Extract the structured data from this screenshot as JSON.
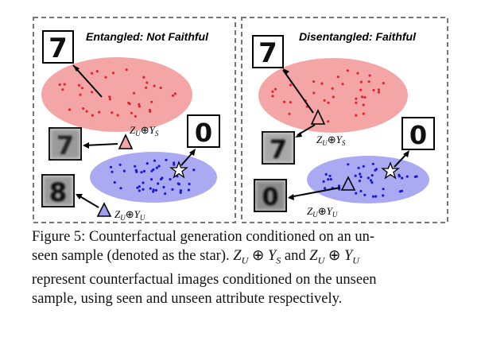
{
  "figure": {
    "left_panel": {
      "title": "Entangled: Not Faithful",
      "label_seen": "Z",
      "label_seen_sub": "U",
      "label_seen_op": "⊕",
      "label_seen_y": "Y",
      "label_seen_ysub": "S",
      "label_unseen": "Z",
      "label_unseen_sub": "U",
      "label_unseen_op": "⊕",
      "label_unseen_y": "Y",
      "label_unseen_ysub": "U",
      "digit_top": "7",
      "digit_mid": "7",
      "digit_bottom": "8",
      "digit_star": "0"
    },
    "right_panel": {
      "title": "Disentangled: Faithful",
      "label_seen": "Z",
      "label_seen_sub": "U",
      "label_seen_op": "⊕",
      "label_seen_y": "Y",
      "label_seen_ysub": "S",
      "label_unseen": "Z",
      "label_unseen_sub": "U",
      "label_unseen_op": "⊕",
      "label_unseen_y": "Y",
      "label_unseen_ysub": "U",
      "digit_top": "7",
      "digit_mid": "7",
      "digit_bottom": "0",
      "digit_star": "0"
    },
    "colors": {
      "seen_cluster": "#f4a6a6",
      "seen_dots": "#e8232a",
      "unseen_cluster": "#aaaaf2",
      "unseen_dots": "#1a1ad8",
      "seen_triangle": "#f4a6a6",
      "unseen_triangle": "#a0a0f0"
    }
  },
  "caption": {
    "line1": "Figure 5: Counterfactual generation conditioned on an un-",
    "line2a": "seen sample (denoted as the star). ",
    "line2b": "Z",
    "line2c": "U",
    "line2d": " ⊕ ",
    "line2e": "Y",
    "line2f": "S",
    "line2g": " and ",
    "line2h": "Z",
    "line2i": "U",
    "line2j": " ⊕ ",
    "line2k": "Y",
    "line2l": "U",
    "line3": "represent counterfactual images conditioned on the unseen",
    "line4": "sample, using seen and unseen attribute respectively."
  }
}
